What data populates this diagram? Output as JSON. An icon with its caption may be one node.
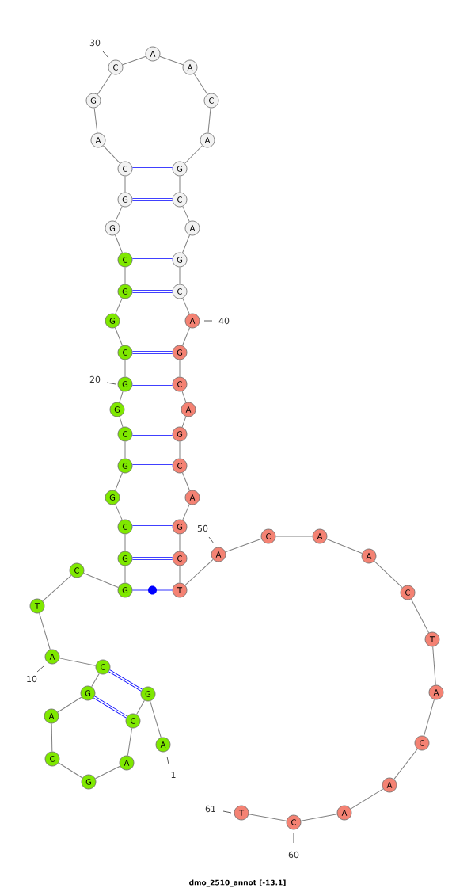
{
  "diagram": {
    "caption": "dmo_2510_annot [-13.1]",
    "nodes": [
      {
        "text": [
          "A"
        ],
        "beside": [
          "1"
        ]
      },
      {
        "text": [
          "G"
        ]
      },
      {
        "text": [
          "C"
        ]
      },
      {
        "text": [
          "A"
        ]
      },
      {
        "text": [
          "G"
        ]
      },
      {
        "text": [
          "C"
        ]
      },
      {
        "text": [
          "A"
        ]
      },
      {
        "text": [
          "G"
        ]
      },
      {
        "text": [
          "C"
        ]
      },
      {
        "text": [
          "A"
        ],
        "beside": [
          "10"
        ]
      },
      {
        "text": [
          "T"
        ]
      },
      {
        "text": [
          "C"
        ]
      },
      {
        "text": [
          "G"
        ]
      },
      {
        "text": [
          "G"
        ]
      },
      {
        "text": [
          "C"
        ]
      },
      {
        "text": [
          "G"
        ]
      },
      {
        "text": [
          "G"
        ]
      },
      {
        "text": [
          "C"
        ]
      },
      {
        "text": [
          "G"
        ]
      },
      {
        "text": [
          "G"
        ],
        "beside": [
          "20"
        ]
      },
      {
        "text": [
          "C"
        ]
      },
      {
        "text": [
          "G"
        ]
      },
      {
        "text": [
          "G"
        ]
      },
      {
        "text": [
          "C"
        ]
      },
      {
        "text": [
          "G"
        ]
      },
      {
        "text": [
          "G"
        ]
      },
      {
        "text": [
          "C"
        ]
      },
      {
        "text": [
          "A"
        ]
      },
      {
        "text": [
          "G"
        ]
      },
      {
        "text": [
          "C"
        ],
        "beside": [
          "30"
        ]
      },
      {
        "text": [
          "A"
        ]
      },
      {
        "text": [
          "A"
        ]
      },
      {
        "text": [
          "C"
        ]
      },
      {
        "text": [
          "A"
        ]
      },
      {
        "text": [
          "G"
        ]
      },
      {
        "text": [
          "C"
        ]
      },
      {
        "text": [
          "A"
        ]
      },
      {
        "text": [
          "G"
        ]
      },
      {
        "text": [
          "C"
        ]
      },
      {
        "text": [
          "A"
        ],
        "beside": [
          "40"
        ]
      },
      {
        "text": [
          "G"
        ]
      },
      {
        "text": [
          "C"
        ]
      },
      {
        "text": [
          "A"
        ]
      },
      {
        "text": [
          "G"
        ]
      },
      {
        "text": [
          "C"
        ]
      },
      {
        "text": [
          "A"
        ]
      },
      {
        "text": [
          "G"
        ]
      },
      {
        "text": [
          "C"
        ]
      },
      {
        "text": [
          "T"
        ]
      },
      {
        "text": [
          "A"
        ],
        "beside": [
          "50"
        ]
      },
      {
        "text": [
          "C"
        ]
      },
      {
        "text": [
          "A"
        ]
      },
      {
        "text": [
          "A"
        ]
      },
      {
        "text": [
          "C"
        ]
      },
      {
        "text": [
          "T"
        ]
      },
      {
        "text": [
          "A"
        ]
      },
      {
        "text": [
          "C"
        ]
      },
      {
        "text": [
          "A"
        ]
      },
      {
        "text": [
          "A"
        ]
      },
      {
        "text": [
          "C"
        ],
        "beside": [
          "60"
        ]
      },
      {
        "text": [
          "T"
        ],
        "beside": [
          "61"
        ]
      }
    ],
    "edges": [
      {
        "from": 0,
        "to": 1,
        "arrow": "none"
      },
      {
        "from": 1,
        "to": 2,
        "arrow": "none"
      },
      {
        "from": 2,
        "to": 3,
        "arrow": "none"
      },
      {
        "from": 3,
        "to": 4,
        "arrow": "none"
      },
      {
        "from": 4,
        "to": 5,
        "arrow": "none"
      },
      {
        "from": 5,
        "to": 6,
        "arrow": "none"
      },
      {
        "from": 6,
        "to": 7,
        "arrow": "none"
      },
      {
        "from": 7,
        "to": 8,
        "arrow": "none"
      },
      {
        "from": 8,
        "to": 9,
        "arrow": "none"
      },
      {
        "from": 9,
        "to": 10,
        "arrow": "none"
      },
      {
        "from": 10,
        "to": 11,
        "arrow": "none"
      },
      {
        "from": 11,
        "to": 12,
        "arrow": "none"
      },
      {
        "from": 12,
        "to": 13,
        "arrow": "none"
      },
      {
        "from": 13,
        "to": 14,
        "arrow": "none"
      },
      {
        "from": 14,
        "to": 15,
        "arrow": "none"
      },
      {
        "from": 15,
        "to": 16,
        "arrow": "none"
      },
      {
        "from": 16,
        "to": 17,
        "arrow": "none"
      },
      {
        "from": 17,
        "to": 18,
        "arrow": "none"
      },
      {
        "from": 18,
        "to": 19,
        "arrow": "none"
      },
      {
        "from": 19,
        "to": 20,
        "arrow": "none"
      },
      {
        "from": 20,
        "to": 21,
        "arrow": "none"
      },
      {
        "from": 21,
        "to": 22,
        "arrow": "none"
      },
      {
        "from": 22,
        "to": 23,
        "arrow": "none"
      },
      {
        "from": 23,
        "to": 24,
        "arrow": "none"
      },
      {
        "from": 24,
        "to": 25,
        "arrow": "none"
      },
      {
        "from": 25,
        "to": 26,
        "arrow": "none"
      },
      {
        "from": 26,
        "to": 27,
        "arrow": "none"
      },
      {
        "from": 27,
        "to": 28,
        "arrow": "none"
      },
      {
        "from": 28,
        "to": 29,
        "arrow": "none"
      },
      {
        "from": 29,
        "to": 30,
        "arrow": "none"
      },
      {
        "from": 30,
        "to": 31,
        "arrow": "none"
      },
      {
        "from": 31,
        "to": 32,
        "arrow": "none"
      },
      {
        "from": 32,
        "to": 33,
        "arrow": "none"
      },
      {
        "from": 33,
        "to": 34,
        "arrow": "none"
      },
      {
        "from": 34,
        "to": 35,
        "arrow": "none"
      },
      {
        "from": 35,
        "to": 36,
        "arrow": "none"
      },
      {
        "from": 36,
        "to": 37,
        "arrow": "none"
      },
      {
        "from": 37,
        "to": 38,
        "arrow": "none"
      },
      {
        "from": 38,
        "to": 39,
        "arrow": "none"
      },
      {
        "from": 39,
        "to": 40,
        "arrow": "none"
      },
      {
        "from": 40,
        "to": 41,
        "arrow": "none"
      },
      {
        "from": 41,
        "to": 42,
        "arrow": "none"
      },
      {
        "from": 42,
        "to": 43,
        "arrow": "none"
      },
      {
        "from": 43,
        "to": 44,
        "arrow": "none"
      },
      {
        "from": 44,
        "to": 45,
        "arrow": "none"
      },
      {
        "from": 45,
        "to": 46,
        "arrow": "none"
      },
      {
        "from": 46,
        "to": 47,
        "arrow": "none"
      },
      {
        "from": 47,
        "to": 48,
        "arrow": "none"
      },
      {
        "from": 48,
        "to": 49,
        "arrow": "none"
      },
      {
        "from": 49,
        "to": 50,
        "arrow": "none"
      },
      {
        "from": 50,
        "to": 51,
        "arrow": "none"
      },
      {
        "from": 51,
        "to": 52,
        "arrow": "none"
      },
      {
        "from": 52,
        "to": 53,
        "arrow": "none"
      },
      {
        "from": 53,
        "to": 54,
        "arrow": "none"
      },
      {
        "from": 54,
        "to": 55,
        "arrow": "none"
      },
      {
        "from": 55,
        "to": 56,
        "arrow": "none"
      },
      {
        "from": 56,
        "to": 57,
        "arrow": "none"
      },
      {
        "from": 57,
        "to": 58,
        "arrow": "none"
      },
      {
        "from": 58,
        "to": 59,
        "arrow": "none"
      },
      {
        "from": 59,
        "to": 60,
        "arrow": "none"
      },
      {
        "from": 26,
        "to": 34,
        "arrow": "none",
        "color": "#0000ff",
        "style": "thick"
      },
      {
        "from": 25,
        "to": 35,
        "arrow": "none",
        "color": "#0000ff",
        "style": "thick"
      },
      {
        "from": 23,
        "to": 37,
        "arrow": "none",
        "color": "#0000ff",
        "style": "thick"
      },
      {
        "from": 22,
        "to": 38,
        "arrow": "none",
        "color": "#0000ff",
        "style": "thick"
      },
      {
        "from": 20,
        "to": 40,
        "arrow": "none",
        "color": "#0000ff",
        "style": "thick"
      },
      {
        "from": 19,
        "to": 41,
        "arrow": "none",
        "color": "#0000ff",
        "style": "thick"
      },
      {
        "from": 17,
        "to": 43,
        "arrow": "none",
        "color": "#0000ff",
        "style": "thick"
      },
      {
        "from": 16,
        "to": 44,
        "arrow": "none",
        "color": "#0000ff",
        "style": "thick"
      },
      {
        "from": 14,
        "to": 46,
        "arrow": "none",
        "color": "#0000ff",
        "style": "thick"
      },
      {
        "from": 13,
        "to": 47,
        "arrow": "none",
        "color": "#0000ff",
        "style": "thick"
      },
      {
        "from": 1,
        "to": 8,
        "arrow": "none",
        "color": "#0000ff",
        "style": "thick"
      },
      {
        "from": 2,
        "to": 7,
        "arrow": "none",
        "color": "#0000ff",
        "style": "thick"
      },
      {
        "from": 12,
        "to": 48,
        "arrow": "none",
        "color": "#0000ff"
      }
    ]
  }
}
